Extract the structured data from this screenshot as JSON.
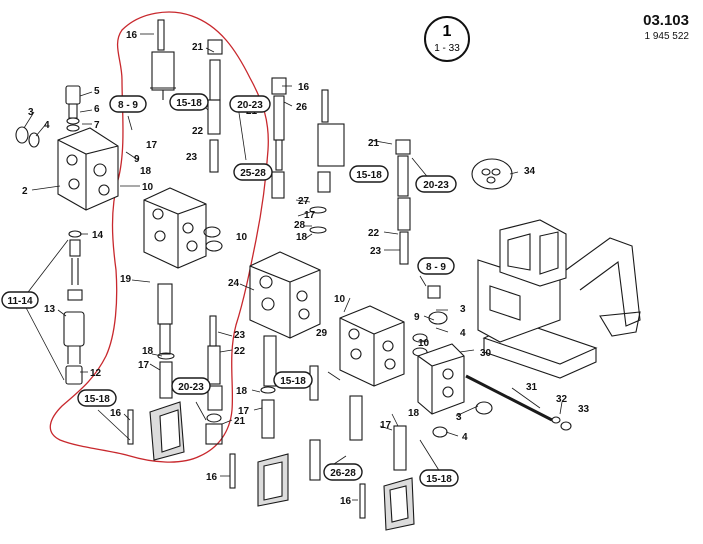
{
  "header": {
    "drawing_code": "03.103",
    "part_number": "1 945 522",
    "page_number": "1",
    "page_range": "1 - 33"
  },
  "colors": {
    "line": "#1a1a1a",
    "highlight_outline": "#c8282d",
    "fill": "#ffffff",
    "shade": "#dcdcdc"
  },
  "callouts": {
    "c16a": "16",
    "c21a": "21",
    "c15_18a": "15-18",
    "c20_23a": "20-23",
    "c8_9a": "8 - 9",
    "c5": "5",
    "c6": "6",
    "c7": "7",
    "c3a": "3",
    "c4a": "4",
    "c9a": "9",
    "c2": "2",
    "c10a": "10",
    "c22a": "22",
    "c17a": "17",
    "c23a": "23",
    "c18a": "18",
    "c14": "14",
    "c10b": "10",
    "c11_14": "11-14",
    "c13": "13",
    "c12": "12",
    "c19": "19",
    "c24": "24",
    "c23b": "23",
    "c22b": "22",
    "c18b": "18",
    "c17b": "17",
    "c20_23b": "20-23",
    "c15_18b": "15-18",
    "c16b": "16",
    "c21b": "21",
    "c16c": "16",
    "c26": "26",
    "c25_28": "25-28",
    "c27": "27",
    "c17c": "17",
    "c28": "28",
    "c18c": "18",
    "c15_18c": "15-18",
    "c21c": "21",
    "c20_23c": "20-23",
    "c22c": "22",
    "c23c": "23",
    "c8_9b": "8 - 9",
    "c10c": "10",
    "c9b": "9",
    "c3b": "3",
    "c4b": "4",
    "c10d": "10",
    "c29": "29",
    "c30": "30",
    "c31": "31",
    "c32": "32",
    "c33": "33",
    "c34": "34",
    "c18d": "18",
    "c17d": "17",
    "c3c": "3",
    "c4c": "4",
    "c15_18d": "15-18",
    "c16d": "16",
    "c15_18e": "15-18",
    "c26_28": "26-28",
    "c16e": "16",
    "c18e": "18",
    "c17e": "17",
    "c21d": "21"
  }
}
